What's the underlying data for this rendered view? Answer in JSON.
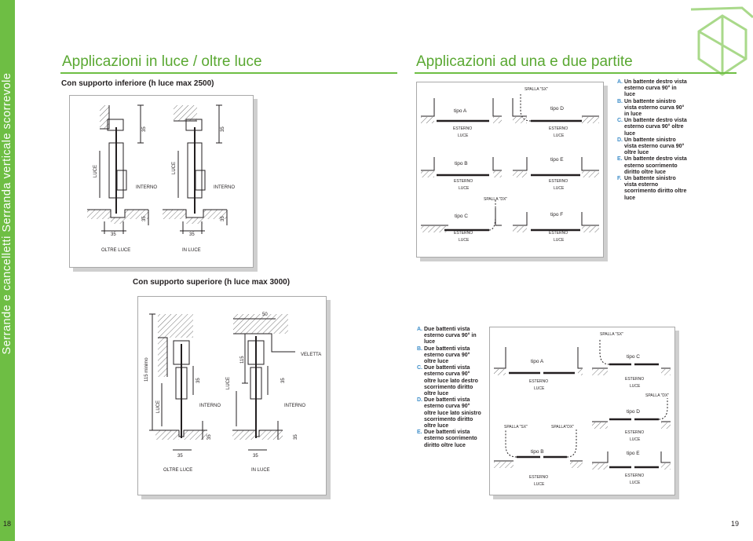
{
  "sidebar": {
    "title": "Serrande e cancelletti Serranda verticale scorrevole"
  },
  "left_page": {
    "heading": "Applicazioni in luce / oltre luce",
    "page_number": "18",
    "section_lower": {
      "title": "Con supporto inferiore (h luce max 2500)"
    },
    "section_upper": {
      "title": "Con supporto superiore (h luce max 3000)"
    },
    "fig1": {
      "luce": "LUCE",
      "interno": "INTERNO",
      "d35": "35",
      "caption_a": "OLTRE LUCE",
      "caption_b": "IN LUCE"
    },
    "fig2": {
      "min_label": "115 minimo",
      "d115": "115",
      "luce": "LUCE",
      "interno": "INTERNO",
      "veletta": "VELETTA",
      "d50": "50",
      "d35": "35",
      "caption_a": "OLTRE LUCE",
      "caption_b": "IN LUCE"
    }
  },
  "right_page": {
    "heading": "Applicazioni ad una e due partite",
    "page_number": "19",
    "fig3": {
      "tipo_a": "tipo A",
      "tipo_b": "tipo B",
      "tipo_c": "tipo C",
      "tipo_d": "tipo D",
      "tipo_e": "tipo E",
      "tipo_f": "tipo F",
      "esterno": "ESTERNO",
      "luce": "LUCE",
      "spalla_sx": "SPALLA \"SX\"",
      "spalla_dx": "SPALLA \"DX\""
    },
    "fig4": {
      "tipo_a": "tipo A",
      "tipo_b": "tipo B",
      "tipo_c": "tipo C",
      "tipo_d": "tipo D",
      "tipo_e": "tipo E",
      "esterno": "ESTERNO",
      "luce": "LUCE",
      "spalla_sx": "SPALLA \"SX\"",
      "spalla_dx": "SPALLA\"DX\"",
      "spalla_dx2": "SPALLA \"DX\""
    },
    "legend_single": [
      {
        "key": "A.",
        "text": "Un battente destro vista esterno curva 90° in luce"
      },
      {
        "key": "B.",
        "text": "Un battente sinistro vista esterno curva 90° in luce"
      },
      {
        "key": "C.",
        "text": "Un battente destro vista esterno curva 90° oltre luce"
      },
      {
        "key": "D.",
        "text": "Un battente sinistro vista esterno curva 90° oltre luce"
      },
      {
        "key": "E.",
        "text": "Un battente destro vista esterno scorrimento diritto oltre luce"
      },
      {
        "key": "F.",
        "text": "Un battente sinistro vista esterno scorrimento diritto oltre luce"
      }
    ],
    "legend_double": [
      {
        "key": "A.",
        "text": "Due battenti vista esterno curva 90° in luce"
      },
      {
        "key": "B.",
        "text": "Due battenti vista esterno curva 90° oltre luce"
      },
      {
        "key": "C.",
        "text": "Due battenti vista esterno curva 90° oltre luce lato destro scorrimento diritto oltre luce"
      },
      {
        "key": "D.",
        "text": "Due battenti vista esterno curva 90° oltre luce lato sinistro scorrimento diritto oltre luce"
      },
      {
        "key": "E.",
        "text": "Due battenti vista esterno scorrimento diritto oltre luce"
      }
    ]
  }
}
